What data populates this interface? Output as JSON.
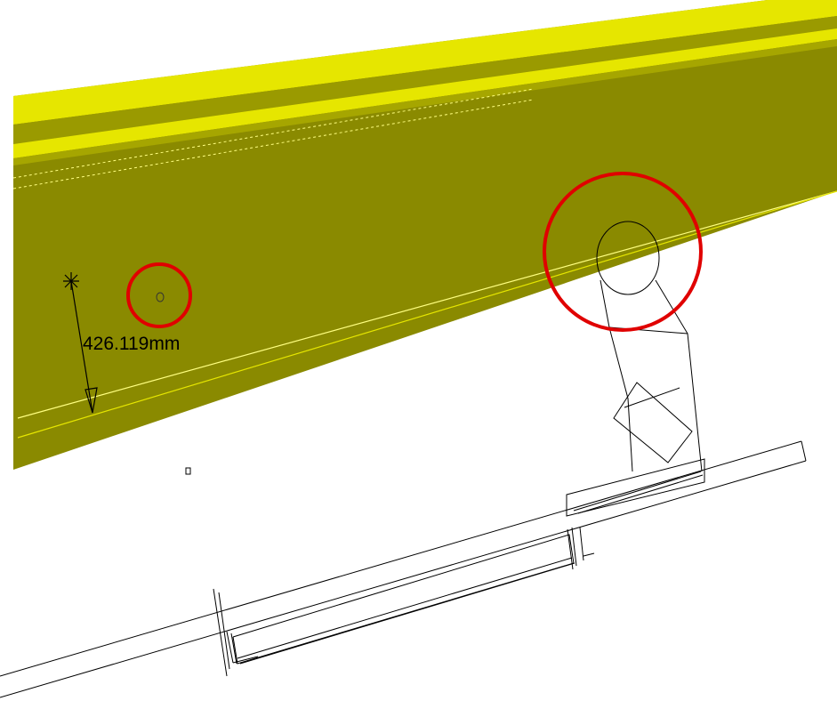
{
  "viewport": {
    "background": "#ffffff"
  },
  "beam": {
    "face_color": "#8a8a00",
    "highlight_color": "#e6e600",
    "edge_color": "#ffff80"
  },
  "dimension": {
    "value_text": "426.119mm",
    "color": "#000000"
  },
  "markers": {
    "highlight_color": "#e00000",
    "items": [
      {
        "name": "small-hole-highlight",
        "icon": "circle-marker"
      },
      {
        "name": "bracket-hole-highlight",
        "icon": "circle-marker"
      }
    ]
  },
  "wireframe": {
    "color": "#000000"
  }
}
